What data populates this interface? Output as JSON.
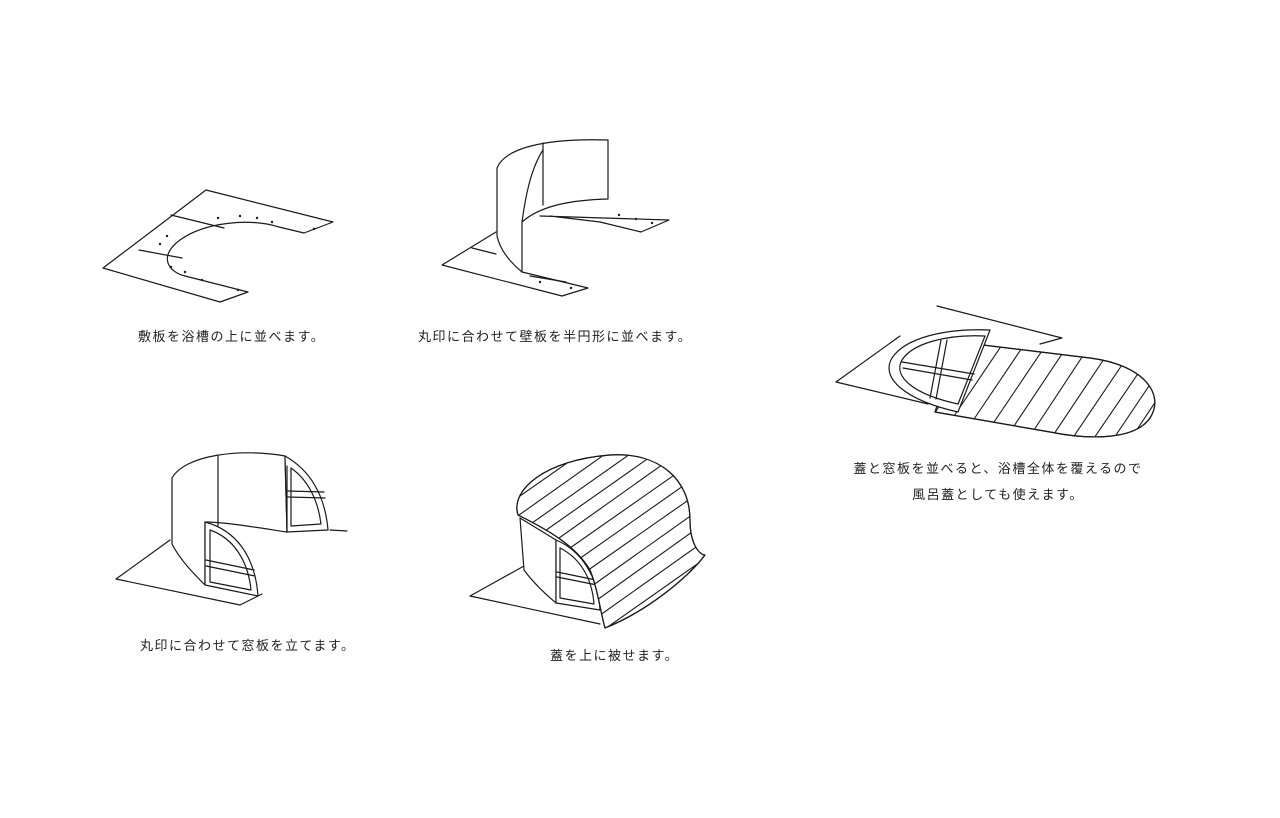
{
  "steps": [
    {
      "caption": "敷板を浴槽の上に並べます。"
    },
    {
      "caption": "丸印に合わせて壁板を半円形に並べます。"
    },
    {
      "caption": "丸印に合わせて窓板を立てます。"
    },
    {
      "caption": "蓋を上に被せます。"
    },
    {
      "caption_line1": "蓋と窓板を並べると、浴槽全体を覆えるので",
      "caption_line2": "風呂蓋としても使えます。"
    }
  ]
}
